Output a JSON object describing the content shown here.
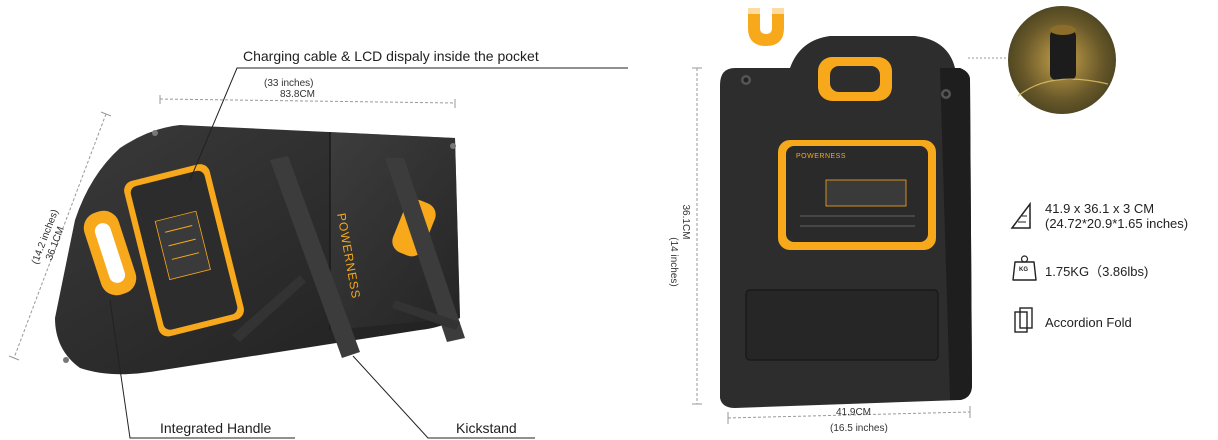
{
  "callouts": {
    "pocket": "Charging cable & LCD dispaly inside the pocket",
    "handle": "Integrated Handle",
    "kickstand": "Kickstand"
  },
  "left_dims": {
    "width_in": "(33 inches)",
    "width_cm": "83.8CM",
    "height_in": "(14.2 inches)",
    "height_cm": "36.1CM"
  },
  "right_dims": {
    "height_cm": "36.1CM",
    "height_in": "(14 inches)",
    "width_cm": "41.9CM",
    "width_in": "(16.5 inches)"
  },
  "brand": {
    "name": "POWERNESS",
    "accent": "#f7a81b",
    "panel": "#2b2b2b"
  },
  "specs": [
    {
      "icon": "ruler-triangle-icon",
      "line1": "41.9 x 36.1 x 3 CM",
      "line2": "(24.72*20.9*1.65 inches)"
    },
    {
      "icon": "weight-icon",
      "icon_text": "KG",
      "line1": "1.75KG（3.86lbs)"
    },
    {
      "icon": "fold-icon",
      "line1": "Accordion Fold"
    }
  ],
  "magnet_icon": "magnet-icon"
}
